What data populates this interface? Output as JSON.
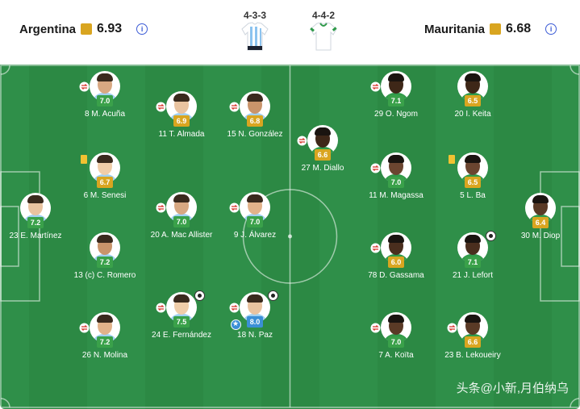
{
  "header": {
    "home": {
      "name": "Argentina",
      "rating": "6.93",
      "formation": "4-3-3"
    },
    "away": {
      "name": "Mauritania",
      "rating": "6.68",
      "formation": "4-4-2"
    },
    "info_glyph": "i"
  },
  "watermark": "头条@小新,月伯纳乌",
  "colors": {
    "pitch": "#2f8f49",
    "rating_high": "#3aa14a",
    "rating_mid": "#d9a520",
    "rating_top": "#3b8fd6",
    "info": "#3b5bd6"
  },
  "players": {
    "home": [
      {
        "label": "23 E. Martínez",
        "rating": "7.2",
        "tier": "green"
      },
      {
        "label": "8 M. Acuña",
        "rating": "7.0",
        "tier": "green",
        "sub": true
      },
      {
        "label": "6 M. Senesi",
        "rating": "6.7",
        "tier": "gold",
        "yellow": true
      },
      {
        "label": "13 (c) C. Romero",
        "rating": "7.2",
        "tier": "green"
      },
      {
        "label": "26 N. Molina",
        "rating": "7.2",
        "tier": "green",
        "sub": true
      },
      {
        "label": "11 T. Almada",
        "rating": "6.9",
        "tier": "gold",
        "sub": true
      },
      {
        "label": "20 A. Mac Allister",
        "rating": "7.0",
        "tier": "green",
        "sub": true
      },
      {
        "label": "24 E. Fernández",
        "rating": "7.5",
        "tier": "green",
        "sub": true,
        "goal": true
      },
      {
        "label": "15 N. González",
        "rating": "6.8",
        "tier": "gold",
        "sub": true
      },
      {
        "label": "9 J. Álvarez",
        "rating": "7.0",
        "tier": "green",
        "sub": true
      },
      {
        "label": "18 N. Paz",
        "rating": "8.0",
        "tier": "blue",
        "sub": true,
        "goal": true,
        "motm": true
      }
    ],
    "away": [
      {
        "label": "30 M. Diop",
        "rating": "6.4",
        "tier": "gold"
      },
      {
        "label": "20 I. Keita",
        "rating": "6.5",
        "tier": "gold"
      },
      {
        "label": "5 L. Ba",
        "rating": "6.5",
        "tier": "gold",
        "yellow": true
      },
      {
        "label": "21 J. Lefort",
        "rating": "7.1",
        "tier": "green",
        "goal": true
      },
      {
        "label": "23 B. Lekoueiry",
        "rating": "6.6",
        "tier": "gold",
        "sub": true
      },
      {
        "label": "29 O. Ngom",
        "rating": "7.1",
        "tier": "green",
        "sub": true
      },
      {
        "label": "11 M. Magassa",
        "rating": "7.0",
        "tier": "green",
        "sub": true
      },
      {
        "label": "78 D. Gassama",
        "rating": "6.0",
        "tier": "gold",
        "sub": true
      },
      {
        "label": "7 A. Koïta",
        "rating": "7.0",
        "tier": "green",
        "sub": true
      },
      {
        "label": "27 M. Diallo",
        "rating": "6.6",
        "tier": "gold",
        "sub": true
      }
    ]
  }
}
